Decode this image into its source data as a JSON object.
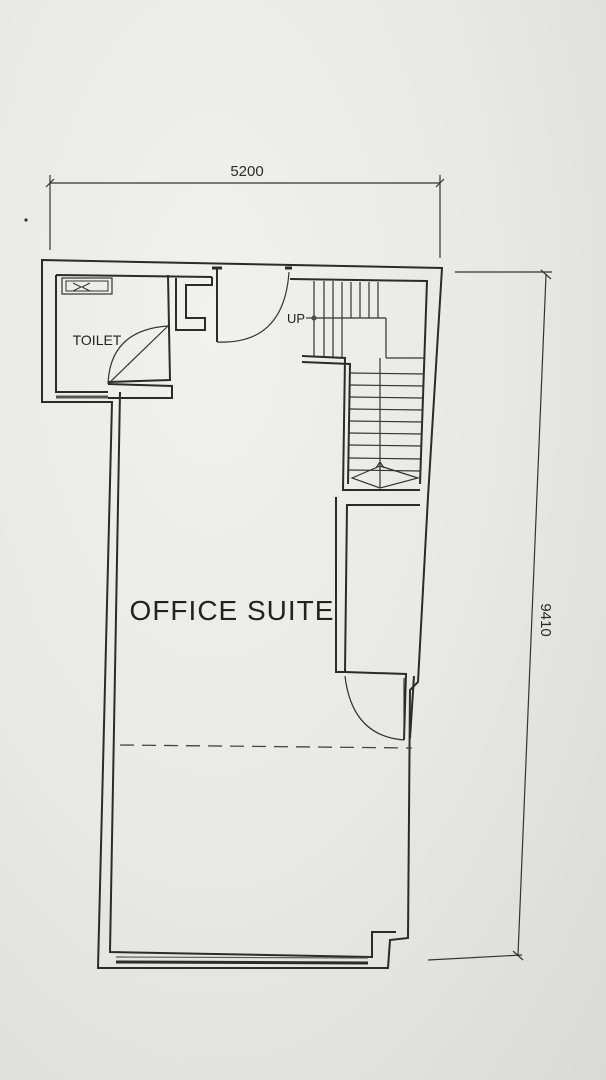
{
  "dimensions": {
    "width": "5200",
    "depth": "9410"
  },
  "rooms": {
    "toilet": "TOILET",
    "office": "OFFICE SUITE"
  },
  "annotations": {
    "stair_up": "UP"
  },
  "colors": {
    "paper": "#ecece9",
    "ink": "#2b2b2b"
  }
}
